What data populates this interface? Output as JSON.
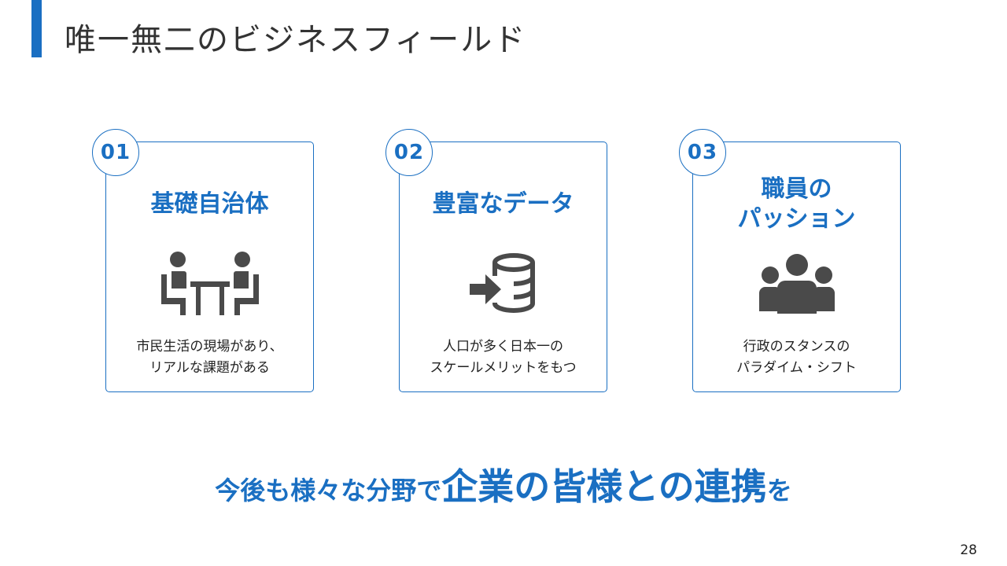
{
  "slide": {
    "title": "唯一無二のビジネスフィールド",
    "page_number": "28",
    "accent_color": "#1a6fc2"
  },
  "cards": [
    {
      "number": "01",
      "heading": "基礎自治体",
      "icon": "meeting-people-icon",
      "desc_line1": "市民生活の現場があり、",
      "desc_line2": "リアルな課題がある"
    },
    {
      "number": "02",
      "heading": "豊富なデータ",
      "icon": "database-import-icon",
      "desc_line1": "人口が多く日本一の",
      "desc_line2": "スケールメリットをもつ"
    },
    {
      "number": "03",
      "heading_line1": "職員の",
      "heading_line2": "パッション",
      "icon": "group-icon",
      "desc_line1": "行政のスタンスの",
      "desc_line2": "パラダイム・シフト"
    }
  ],
  "tagline": {
    "small_text": "今後も様々な分野で",
    "big_text": "企業の皆様との連携",
    "suffix": "を"
  }
}
